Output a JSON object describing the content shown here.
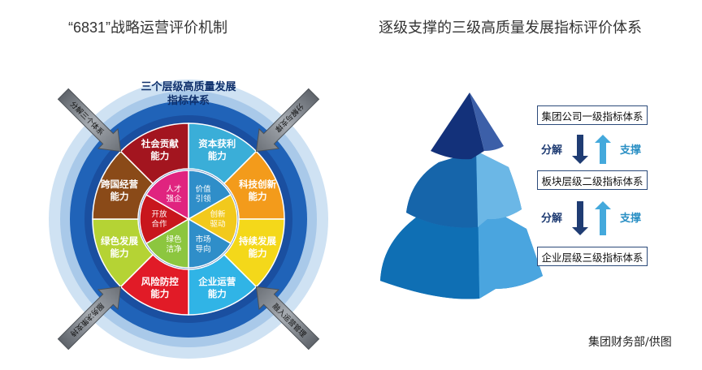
{
  "left_title": "“6831”战略运营评价机制",
  "right_title": "逐级支撑的三级高质量发展指标评价体系",
  "ring_header": [
    "三个层级高质量发展",
    "指标体系"
  ],
  "outer_segments": [
    {
      "lines": [
        "资本获利",
        "能力"
      ],
      "color": "#3aaed8"
    },
    {
      "lines": [
        "科技创新",
        "能力"
      ],
      "color": "#f39b1b"
    },
    {
      "lines": [
        "持续发展",
        "能力"
      ],
      "color": "#f4d81a"
    },
    {
      "lines": [
        "企业运营",
        "能力"
      ],
      "color": "#30b4e6"
    },
    {
      "lines": [
        "风险防控",
        "能力"
      ],
      "color": "#e11b27"
    },
    {
      "lines": [
        "绿色发展",
        "能力"
      ],
      "color": "#b5d334"
    },
    {
      "lines": [
        "跨国经营",
        "能力"
      ],
      "color": "#8a4a18"
    },
    {
      "lines": [
        "社会贡献",
        "能力"
      ],
      "color": "#a3151f"
    }
  ],
  "inner_segments": [
    {
      "lines": [
        "价值",
        "引领"
      ],
      "color": "#2f8ec9"
    },
    {
      "lines": [
        "创新",
        "驱动"
      ],
      "color": "#f2c91c"
    },
    {
      "lines": [
        "市场",
        "导向"
      ],
      "color": "#2f8ec9"
    },
    {
      "lines": [
        "绿色",
        "洁净"
      ],
      "color": "#8cc63f"
    },
    {
      "lines": [
        "开放",
        "合作"
      ],
      "color": "#c8161d"
    },
    {
      "lines": [
        "人才",
        "强企"
      ],
      "color": "#e0247f"
    }
  ],
  "arrow_labels": [
    "分解三个体系",
    "分解与支撑",
    "融入运营管理",
    "服务决策支持"
  ],
  "levels": [
    "集团公司一级指标体系",
    "板块层级二级指标体系",
    "企业层级三级指标体系"
  ],
  "relations": {
    "decompose": "分解",
    "support": "支撑"
  },
  "credit": "集团财务部/供图"
}
